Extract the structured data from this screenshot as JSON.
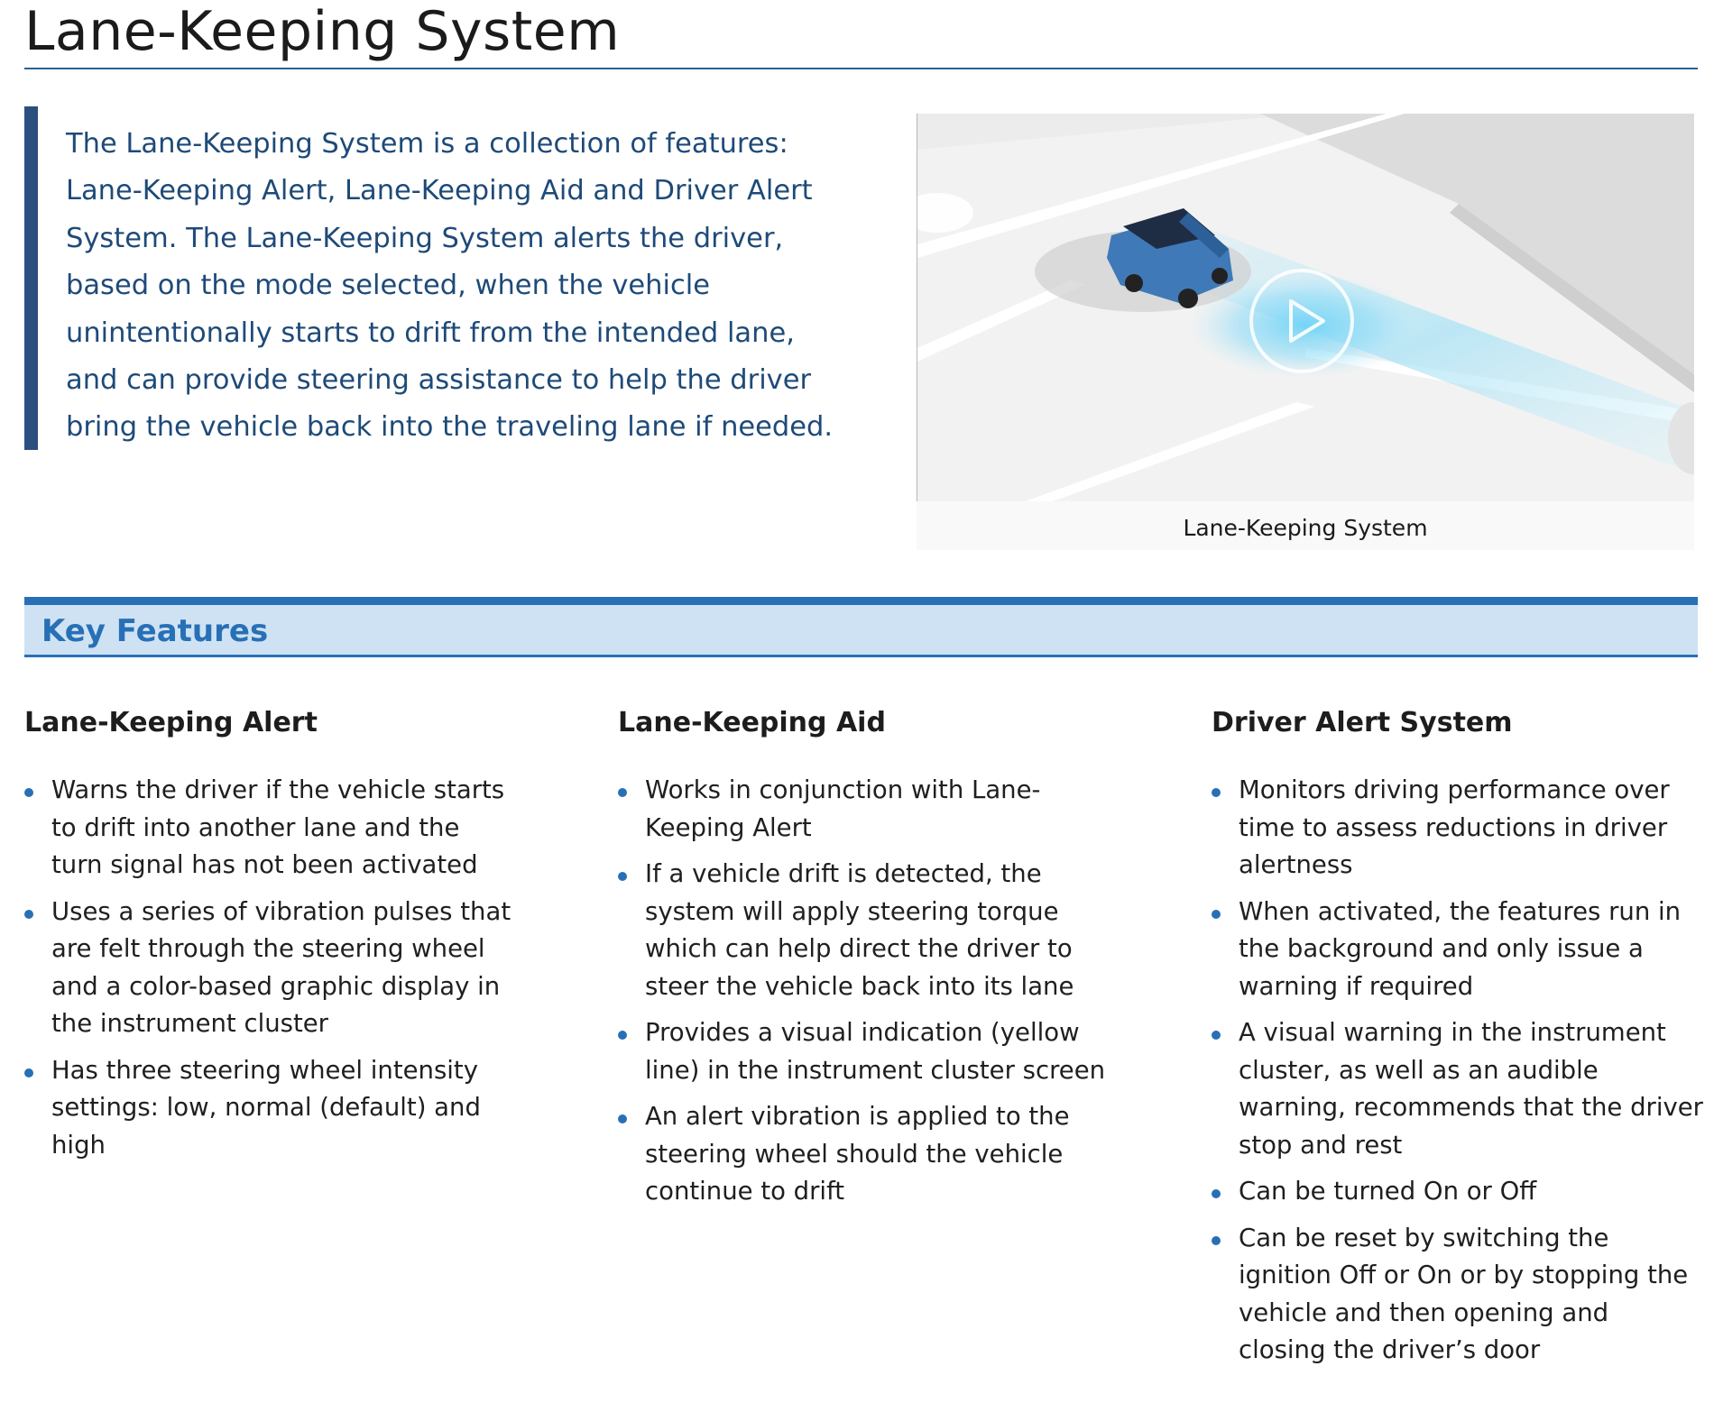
{
  "page": {
    "title": "Lane-Keeping System"
  },
  "intro": {
    "text": "The Lane-Keeping System is a collection of features: Lane-Keeping Alert, Lane-Keeping Aid and Driver Alert System. The Lane-Keeping System alerts the driver, based on the mode selected, when the vehicle unintentionally starts to drift from the intended lane, and can provide steering assistance to help the driver bring the vehicle back into the traveling lane if needed."
  },
  "video": {
    "caption": "Lane-Keeping System",
    "play_icon": "play-icon"
  },
  "key_features": {
    "title": "Key Features",
    "columns": [
      {
        "heading": "Lane-Keeping Alert",
        "items": [
          "Warns the driver if the vehicle starts to drift into another lane and the turn signal has not been activated",
          "Uses a series of vibration pulses that are felt through the steering wheel and a color-based graphic display in the instrument cluster",
          "Has three steering wheel intensity settings: low, normal (default) and high"
        ]
      },
      {
        "heading": "Lane-Keeping Aid",
        "items": [
          "Works in conjunction with Lane-Keeping Alert",
          "If a vehicle drift is detected, the system will apply steering torque which can help direct the driver to steer the vehicle back into its lane",
          "Provides a visual indication (yellow line) in the instrument cluster screen",
          "An alert vibration is applied to the steering wheel should the vehicle continue to drift"
        ]
      },
      {
        "heading": "Driver Alert System",
        "items": [
          "Monitors driving performance over time to assess reductions in driver alertness",
          "When activated, the features run in the background and only issue a warning if required",
          "A visual warning in the instrument cluster, as well as an audible warning, recommends that the driver stop and rest",
          "Can be turned On or Off",
          "Can be reset by switching the ignition Off or On or by stopping the vehicle and then opening and closing the driver’s door"
        ]
      }
    ]
  },
  "colors": {
    "accent_blue": "#2870b6",
    "intro_text": "#1e4a78",
    "intro_bar": "#2b4f7f",
    "band_bg": "#cfe2f3"
  }
}
